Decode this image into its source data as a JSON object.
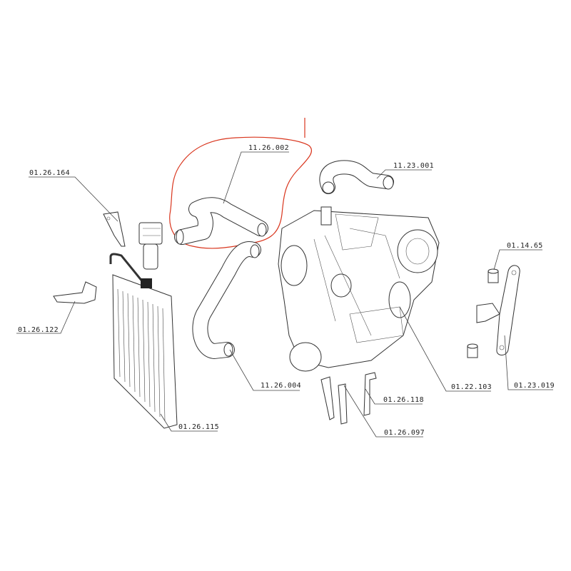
{
  "diagram": {
    "title": "Engine cooling parts exploded view",
    "highlight_color": "#d9361e",
    "parts": [
      {
        "id": "hose-upper",
        "label": "11.26.002",
        "highlighted": true
      },
      {
        "id": "hose-top-right",
        "label": "11.23.001"
      },
      {
        "id": "bracket-filter",
        "label": "01.26.164"
      },
      {
        "id": "bushing",
        "label": "01.14.65"
      },
      {
        "id": "bracket-radiator",
        "label": "01.26.122"
      },
      {
        "id": "hose-lower",
        "label": "11.26.004"
      },
      {
        "id": "engine",
        "label": "01.22.103"
      },
      {
        "id": "engine-support",
        "label": "01.23.019"
      },
      {
        "id": "bracket-small",
        "label": "01.26.118"
      },
      {
        "id": "bracket-pair",
        "label": "01.26.097"
      },
      {
        "id": "radiator",
        "label": "01.26.115"
      }
    ]
  }
}
